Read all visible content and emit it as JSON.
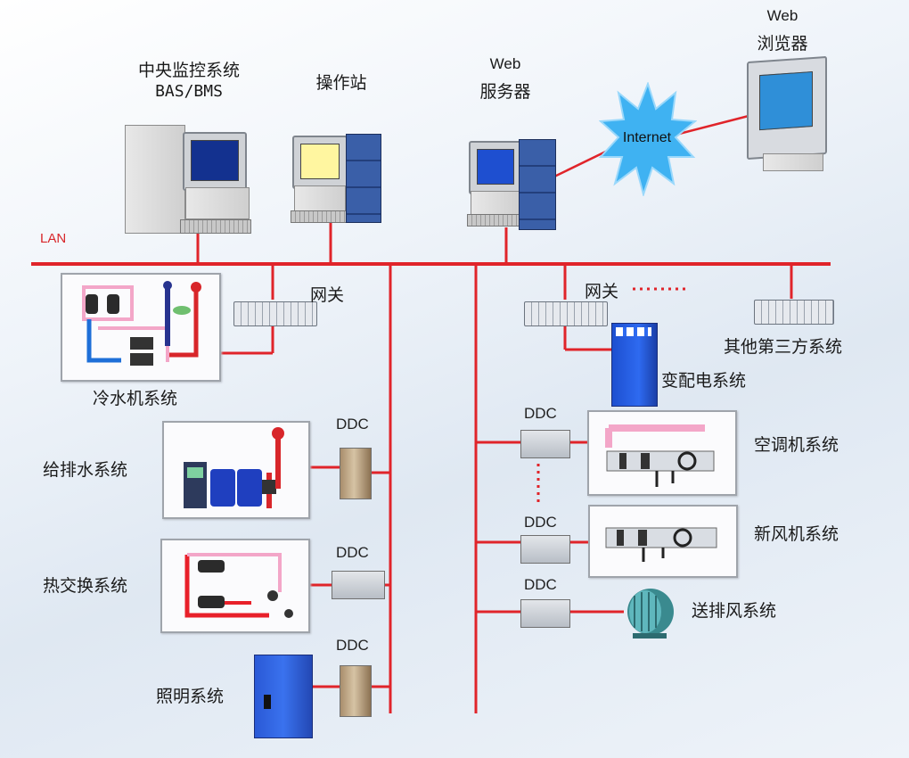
{
  "stations": {
    "central_line1": "中央监控系统",
    "central_line2": "BAS/BMS",
    "operator": "操作站",
    "web_server_line1": "Web",
    "web_server_line2": "服务器",
    "browser_line1": "Web",
    "browser_line2": "浏览器",
    "internet": "Internet"
  },
  "network": {
    "lan": "LAN",
    "gateway_left": "网关",
    "gateway_right": "网关"
  },
  "systems_left": {
    "chiller": "冷水机系统",
    "water": "给排水系统",
    "heat_exchange": "热交换系统",
    "lighting": "照明系统"
  },
  "systems_right": {
    "third_party": "其他第三方系统",
    "power": "变配电系统",
    "ahu": "空调机系统",
    "fresh_air": "新风机系统",
    "exhaust": "送排风系统"
  },
  "ddc": {
    "label": "DDC"
  },
  "colors": {
    "network_line": "#e0242a",
    "screen_yellow": "#fff6a0",
    "screen_blue": "#1e4fd0",
    "screen_navy": "#13318f",
    "browser_screen": "#2f8fd8"
  }
}
